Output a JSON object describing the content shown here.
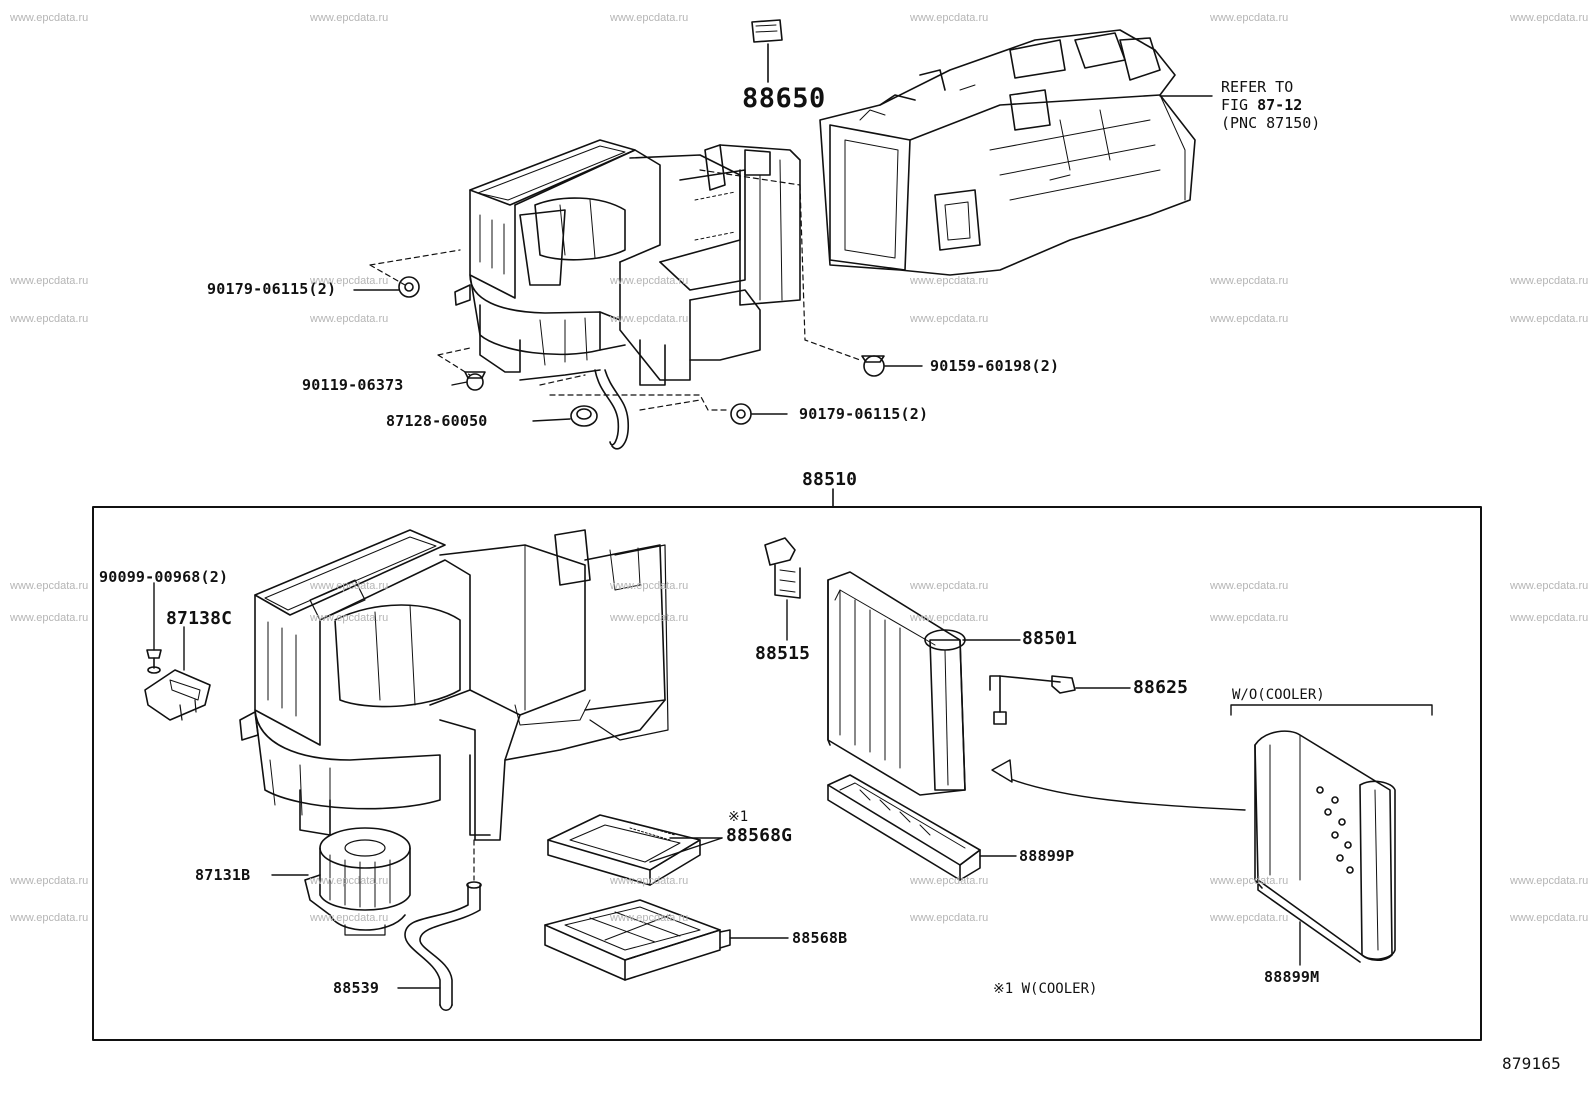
{
  "watermark": "www.epcdata.ru",
  "figure_number": "879165",
  "refer": {
    "line1": "REFER TO",
    "line2_prefix": "FIG ",
    "line2_figure": "87-12",
    "line3": "(PNC 87150)"
  },
  "parts": {
    "p88650": "88650",
    "p90179_top": "90179-06115(2)",
    "p90119": "90119-06373",
    "p87128": "87128-60050",
    "p90179_bottom": "90179-06115(2)",
    "p90159": "90159-60198(2)",
    "p88510": "88510",
    "p90099": "90099-00968(2)",
    "p87138C": "87138C",
    "p87131B": "87131B",
    "p88539": "88539",
    "p88515": "88515",
    "p88501": "88501",
    "p88625": "88625",
    "p88568G": "88568G",
    "p88568B": "88568B",
    "p88899P": "88899P",
    "p88899M": "88899M"
  },
  "notes": {
    "mark1": "※1",
    "wo_cooler": "W/O(COOLER)",
    "w_cooler": "※1 W(COOLER)"
  }
}
